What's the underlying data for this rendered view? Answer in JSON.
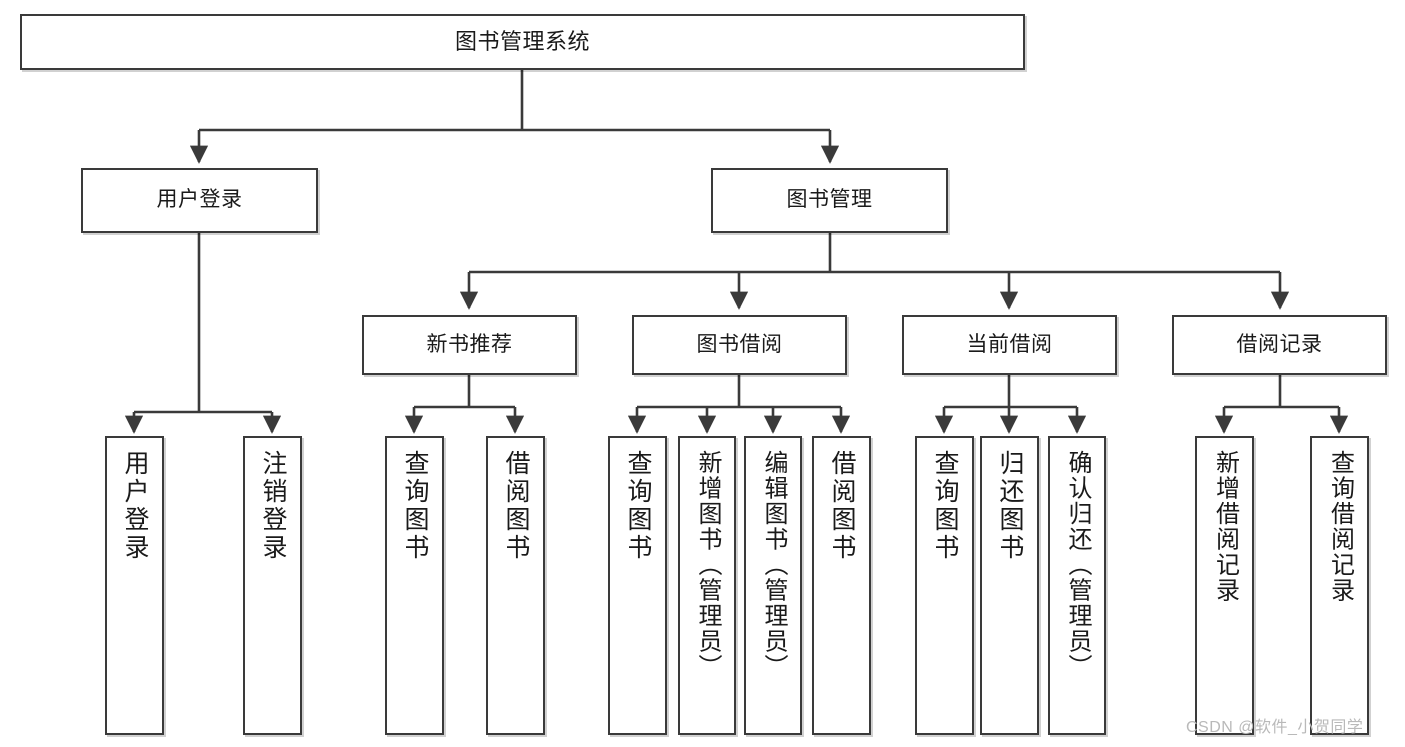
{
  "diagram": {
    "type": "tree-hierarchy-chart",
    "title": "图书管理系统",
    "levels": {
      "root": "图书管理系统",
      "level2": [
        "用户登录",
        "图书管理"
      ],
      "level3": [
        "新书推荐",
        "图书借阅",
        "当前借阅",
        "借阅记录"
      ]
    },
    "nodes": {
      "root": "图书管理系统",
      "user_login": "用户登录",
      "book_manage": "图书管理",
      "new_book_rec": "新书推荐",
      "book_borrow": "图书借阅",
      "current_borrow": "当前借阅",
      "borrow_record": "借阅记录",
      "leaf_user_login": "用户登录",
      "leaf_logout": "注销登录",
      "leaf_query_book_1": "查询图书",
      "leaf_borrow_book_1": "借阅图书",
      "leaf_query_book_2": "查询图书",
      "leaf_add_book": "新增图书（管理员）",
      "leaf_edit_book": "编辑图书（管理员）",
      "leaf_borrow_book_2": "借阅图书",
      "leaf_query_book_3": "查询图书",
      "leaf_return_book": "归还图书",
      "leaf_confirm_return": "确认归还（管理员）",
      "leaf_add_record": "新增借阅记录",
      "leaf_query_record": "查询借阅记录"
    },
    "watermark": "CSDN @软件_小贺同学",
    "colors": {
      "border": "#3a3a3a",
      "background": "#ffffff",
      "text": "#1a1a1a",
      "watermark": "#b9b9b9"
    }
  }
}
